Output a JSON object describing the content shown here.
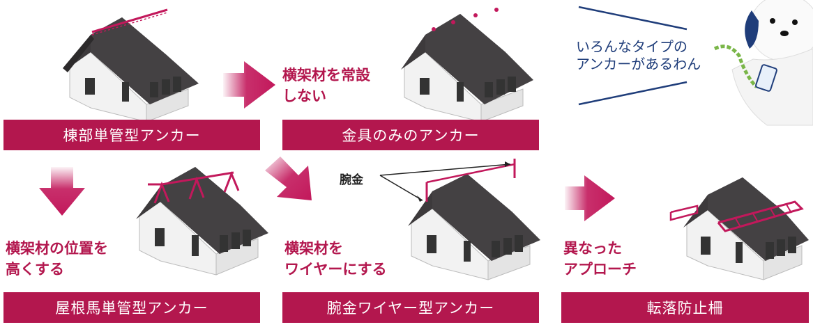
{
  "labels": {
    "ridge_single": "棟部単管型アンカー",
    "bracket_only": "金具のみのアンカー",
    "roof_ridge_single": "屋根馬単管型アンカー",
    "arm_wire": "腕金ワイヤー型アンカー",
    "fall_guard": "転落防止柵"
  },
  "captions": {
    "no_permanent": "横架材を常設\nしない",
    "raise_position": "横架材の位置を\n高くする",
    "make_wire": "横架材を\nワイヤーにする",
    "different_approach": "異なった\nアプローチ"
  },
  "callout": {
    "arm_label": "腕金"
  },
  "speech": {
    "text": "いろんなタイプの\nアンカーがあるわん"
  },
  "colors": {
    "accent": "#b3174e",
    "roof": "#3d3a3c",
    "navy": "#1f3d7a"
  }
}
